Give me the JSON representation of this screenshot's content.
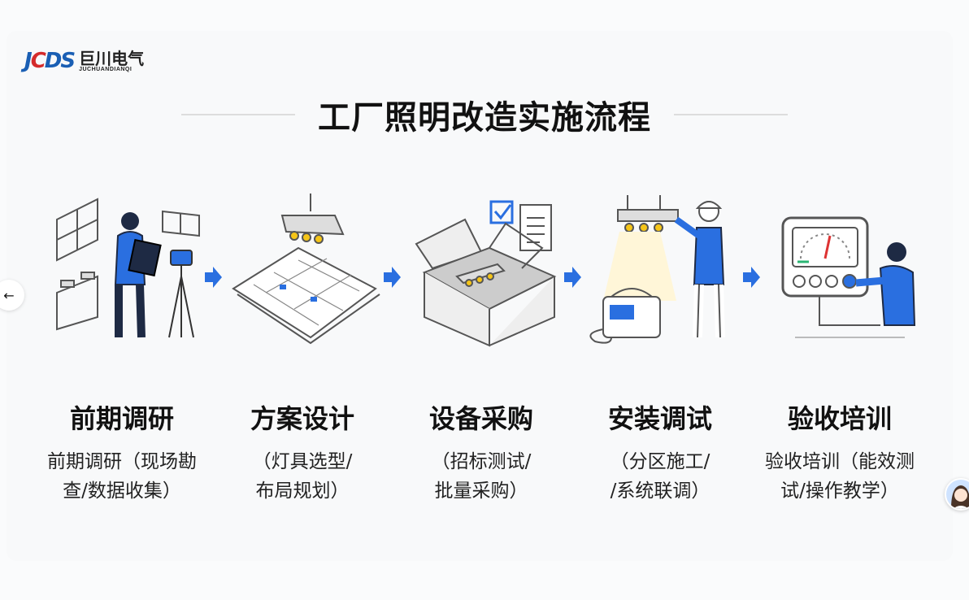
{
  "logo": {
    "mark": "JCDS",
    "name_cn": "巨川电气",
    "name_en": "JUCHUANDIANQI"
  },
  "title": "工厂照明改造实施流程",
  "colors": {
    "accent": "#2a6fe0",
    "line": "#5a5f66"
  },
  "steps": [
    {
      "title": "前期调研",
      "desc1": "前期调研（现场勘",
      "desc2": "查/数据收集）",
      "icon": "surveyor-clipboard-camera-icon"
    },
    {
      "title": "方案设计",
      "desc1": "（灯具选型/",
      "desc2": "布局规划）",
      "icon": "lamp-blueprint-icon"
    },
    {
      "title": "设备采购",
      "desc1": "（招标测试/",
      "desc2": "批量采购）",
      "icon": "box-checklist-icon"
    },
    {
      "title": "安装调试",
      "desc1": "（分区施工/",
      "desc2": "/系统联调）",
      "icon": "worker-installing-lamp-icon"
    },
    {
      "title": "验收培训",
      "desc1": "验收培训（能效测",
      "desc2": "试/操作教学）",
      "icon": "control-panel-operator-icon"
    }
  ],
  "nav": {
    "prev": "←"
  }
}
